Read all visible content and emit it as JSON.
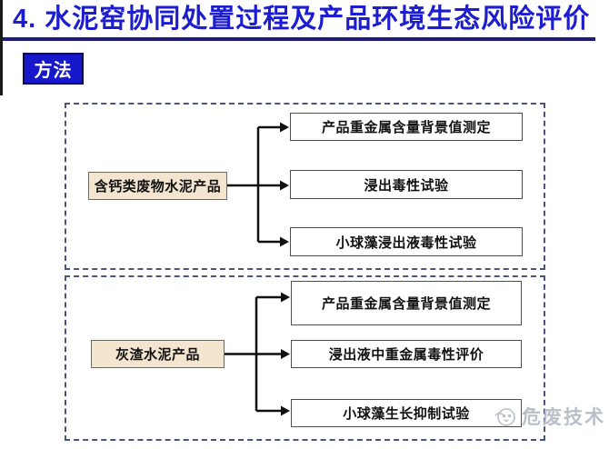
{
  "title": {
    "text": "4. 水泥窑协同处置过程及产品环境生态风险评价"
  },
  "method_badge": {
    "label": "方法"
  },
  "diagrams": [
    {
      "source": "含钙类废物水泥产品",
      "targets": [
        "产品重金属含量背景值测定",
        "浸出毒性试验",
        "小球藻浸出液毒性试验"
      ]
    },
    {
      "source": "灰渣水泥产品",
      "targets": [
        "产品重金属含量背景值测定",
        "浸出液中重金属毒性评价",
        "小球藻生长抑制试验"
      ]
    }
  ],
  "watermark": {
    "text": "危废技术"
  },
  "colors": {
    "title_blue": "#1c1cd0",
    "underline_navy": "#1b1b78",
    "badge_blue": "#1717cb",
    "badge_border": "#0b0b55",
    "dashed_border": "#4a5580",
    "source_box_fill": "#f3e5d0",
    "source_box_border": "#6e6a60",
    "target_box_border": "#4d4d4d",
    "arrow": "#111111",
    "watermark_gray": "#b6bcc6"
  }
}
